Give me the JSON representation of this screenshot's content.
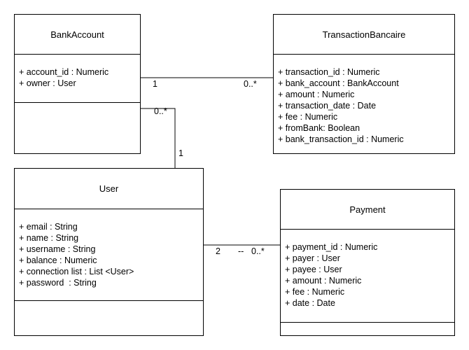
{
  "classes": {
    "bank_account": {
      "name": "BankAccount",
      "attributes": [
        "+ account_id : Numeric",
        "+ owner : User"
      ]
    },
    "transaction_bancaire": {
      "name": "TransactionBancaire",
      "attributes": [
        "+ transaction_id : Numeric",
        "+ bank_account : BankAccount",
        "+ amount : Numeric",
        "+ transaction_date : Date",
        "+ fee : Numeric",
        "+ fromBank: Boolean",
        "+ bank_transaction_id : Numeric"
      ]
    },
    "user": {
      "name": "User",
      "attributes": [
        "+ email : String",
        "+ name : String",
        "+ username : String",
        "+ balance : Numeric",
        "+ connection list : List <User>",
        "+ password  : String"
      ]
    },
    "payment": {
      "name": "Payment",
      "attributes": [
        "+ payment_id : Numeric",
        "+ payer : User",
        "+ payee : User",
        "+ amount : Numeric",
        "+ fee : Numeric",
        "+ date : Date"
      ]
    }
  },
  "associations": {
    "bankaccount_transaction": {
      "source_mult": "1",
      "target_mult": "0..*"
    },
    "bankaccount_user": {
      "source_mult": "0..*",
      "target_mult": "1"
    },
    "user_payment": {
      "source_mult": "2",
      "separator": "--",
      "target_mult": "0..*"
    }
  }
}
